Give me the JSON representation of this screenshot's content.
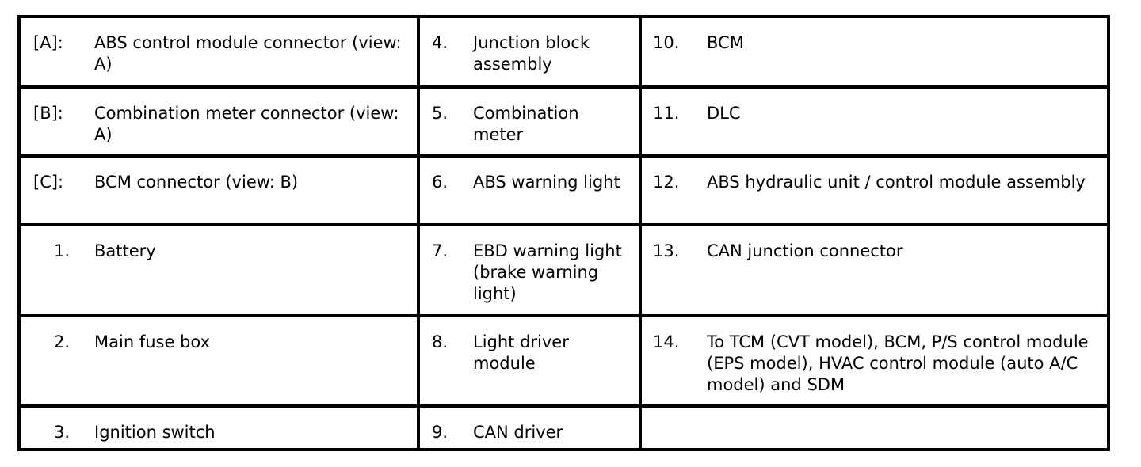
{
  "legend": {
    "rows": [
      [
        {
          "key": "[A]:",
          "label": "ABS control module connector (view: A)"
        },
        {
          "key": "4.",
          "label": "Junction block assembly"
        },
        {
          "key": "10.",
          "label": "BCM"
        }
      ],
      [
        {
          "key": "[B]:",
          "label": "Combination meter connector (view: A)"
        },
        {
          "key": "5.",
          "label": "Combination meter"
        },
        {
          "key": "11.",
          "label": "DLC"
        }
      ],
      [
        {
          "key": "[C]:",
          "label": "BCM connector (view: B)"
        },
        {
          "key": "6.",
          "label": "ABS warning light"
        },
        {
          "key": "12.",
          "label": "ABS hydraulic unit / control module assembly"
        }
      ],
      [
        {
          "key": "1.",
          "label": "Battery"
        },
        {
          "key": "7.",
          "label": "EBD warning light (brake warning light)"
        },
        {
          "key": "13.",
          "label": "CAN junction connector"
        }
      ],
      [
        {
          "key": "2.",
          "label": "Main fuse box"
        },
        {
          "key": "8.",
          "label": "Light driver module"
        },
        {
          "key": "14.",
          "label": "To TCM (CVT model), BCM, P/S control module (EPS model), HVAC control module (auto A/C model) and SDM"
        }
      ],
      [
        {
          "key": "3.",
          "label": "Ignition switch"
        },
        {
          "key": "9.",
          "label": "CAN driver"
        },
        {
          "key": "",
          "label": ""
        }
      ]
    ]
  }
}
